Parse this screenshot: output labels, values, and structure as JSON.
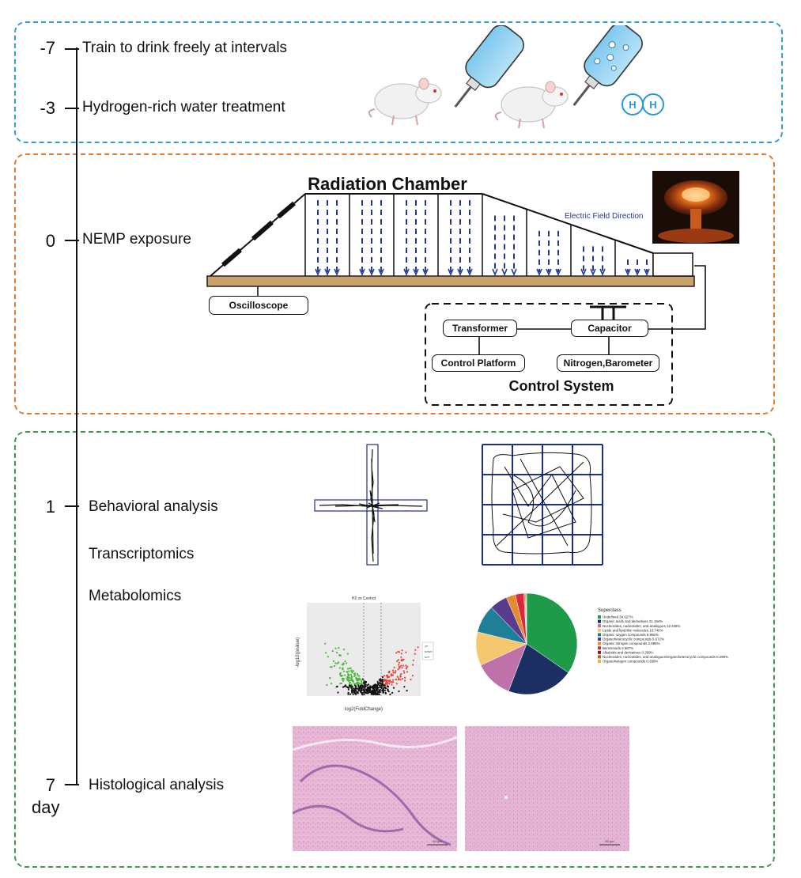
{
  "timeline": [
    {
      "day": "-7",
      "event": "Train to drink freely at intervals"
    },
    {
      "day": "-3",
      "event": "Hydrogen-rich water treatment"
    },
    {
      "day": "0",
      "event": "NEMP exposure"
    },
    {
      "day": "1",
      "event": "Behavioral analysis"
    },
    {
      "day": "",
      "event": "Transcriptomics"
    },
    {
      "day": "",
      "event": "Metabolomics"
    },
    {
      "day": "7",
      "event": "Histological analysis"
    }
  ],
  "unit": "day",
  "chamber": {
    "title": "Radiation Chamber",
    "field_label": "Electric Field Direction",
    "oscilloscope": "Oscilloscope",
    "control_system": {
      "title": "Control System",
      "transformer": "Transformer",
      "capacitor": "Capacitor",
      "control_platform": "Control Platform",
      "nitrogen": "Nitrogen,Barometer"
    }
  },
  "h2_glyph": "H",
  "volcano": {
    "title": "H2 vs Control",
    "xlabel": "log2(FoldChange)",
    "ylabel": "-log10(pvalue)",
    "legend": [
      "UP",
      "DOWN",
      "NOT"
    ]
  },
  "pie": {
    "legend_title": "Superclass",
    "slices": [
      {
        "label": "Undefined 34.627%",
        "value": 34.627,
        "color": "#1f9a49"
      },
      {
        "label": "Organic acids and derivatives 21.194%",
        "value": 21.194,
        "color": "#1b2f63"
      },
      {
        "label": "Nucleosides, nucleotides, and analogues 12.239%",
        "value": 12.239,
        "color": "#bf72aa"
      },
      {
        "label": "Lipids and lipid-like molecules 10.746%",
        "value": 10.746,
        "color": "#f5c870"
      },
      {
        "label": "Organic oxygen compounds 8.955%",
        "value": 8.955,
        "color": "#1f7f99"
      },
      {
        "label": "Organoheterocyclic compounds 5.672%",
        "value": 5.672,
        "color": "#5a3c8e"
      },
      {
        "label": "Organic nitrogen compounds 2.985%",
        "value": 2.985,
        "color": "#e68a2e"
      },
      {
        "label": "Benzenoids 2.687%",
        "value": 2.687,
        "color": "#d82a3c"
      },
      {
        "label": "Alkaloids and derivatives 0.299%",
        "value": 0.299,
        "color": "#7a1f2a"
      },
      {
        "label": "Nucleosides, nucleotides, and analogues/Organoheterocyclic compounds 0.299%",
        "value": 0.299,
        "color": "#a06a3a"
      },
      {
        "label": "Organohalogen compounds 0.299%",
        "value": 0.299,
        "color": "#f2b233"
      }
    ]
  },
  "scale_bar": "50 μm",
  "colors": {
    "box1": "#2b9fd6",
    "box2": "#e07a2e",
    "box3": "#3a9a46",
    "arrow": "#243a8f",
    "bench": "#c8a46a",
    "grid": "#1c2f8c"
  }
}
